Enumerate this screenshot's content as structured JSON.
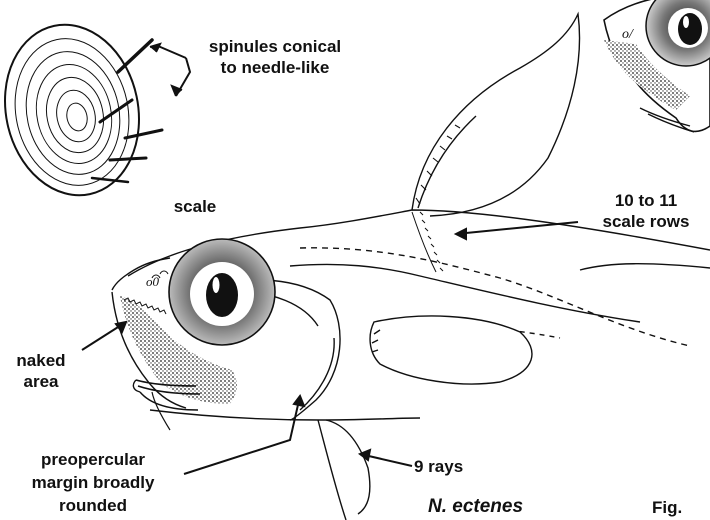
{
  "labels": {
    "spinules": [
      "spinules conical",
      "to needle-like"
    ],
    "scale": "scale",
    "scale_rows": [
      "10 to 11",
      "scale rows"
    ],
    "naked_area": [
      "naked",
      "area"
    ],
    "preopercular": [
      "preopercular",
      "margin broadly",
      "rounded"
    ],
    "rays": "9 rays"
  },
  "species_name": "N. ectenes",
  "figure_ref": "Fig."
}
